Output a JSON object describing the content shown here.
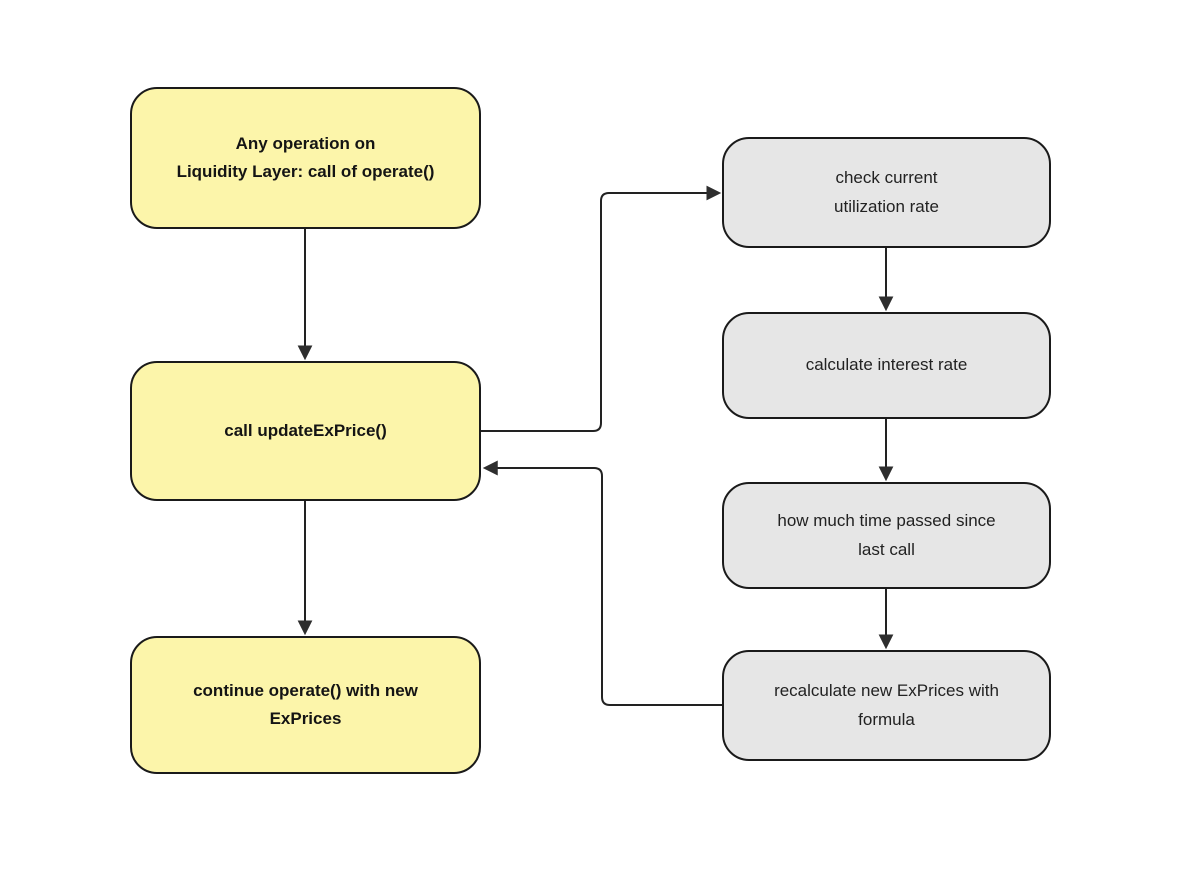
{
  "diagram": {
    "type": "flowchart",
    "background": "#FFFFFF",
    "colors": {
      "primary_node_fill": "#FCF5AA",
      "secondary_node_fill": "#E6E6E6",
      "node_border": "#1A1A1A",
      "edge_line": "#222222",
      "arrowhead": "#2E2E2E",
      "text": "#1C1C1C"
    },
    "nodes": [
      {
        "id": "any-operation",
        "label": "Any operation on\nLiquidity Layer: call of operate()",
        "style": "yellow-bold"
      },
      {
        "id": "call-update",
        "label": "call updateExPrice()",
        "style": "yellow-bold"
      },
      {
        "id": "continue-operate",
        "label": "continue operate() with new\nExPrices",
        "style": "yellow-bold"
      },
      {
        "id": "check-utilization",
        "label": "check current\nutilization rate",
        "style": "gray"
      },
      {
        "id": "calc-interest",
        "label": "calculate interest rate",
        "style": "gray"
      },
      {
        "id": "time-passed",
        "label": "how much time passed since\nlast call",
        "style": "gray"
      },
      {
        "id": "recalc-exprices",
        "label": "recalculate new ExPrices with\nformula",
        "style": "gray"
      }
    ],
    "edges": [
      {
        "from": "any-operation",
        "to": "call-update"
      },
      {
        "from": "call-update",
        "to": "check-utilization"
      },
      {
        "from": "check-utilization",
        "to": "calc-interest"
      },
      {
        "from": "calc-interest",
        "to": "time-passed"
      },
      {
        "from": "time-passed",
        "to": "recalc-exprices"
      },
      {
        "from": "recalc-exprices",
        "to": "call-update"
      },
      {
        "from": "call-update",
        "to": "continue-operate"
      }
    ]
  }
}
